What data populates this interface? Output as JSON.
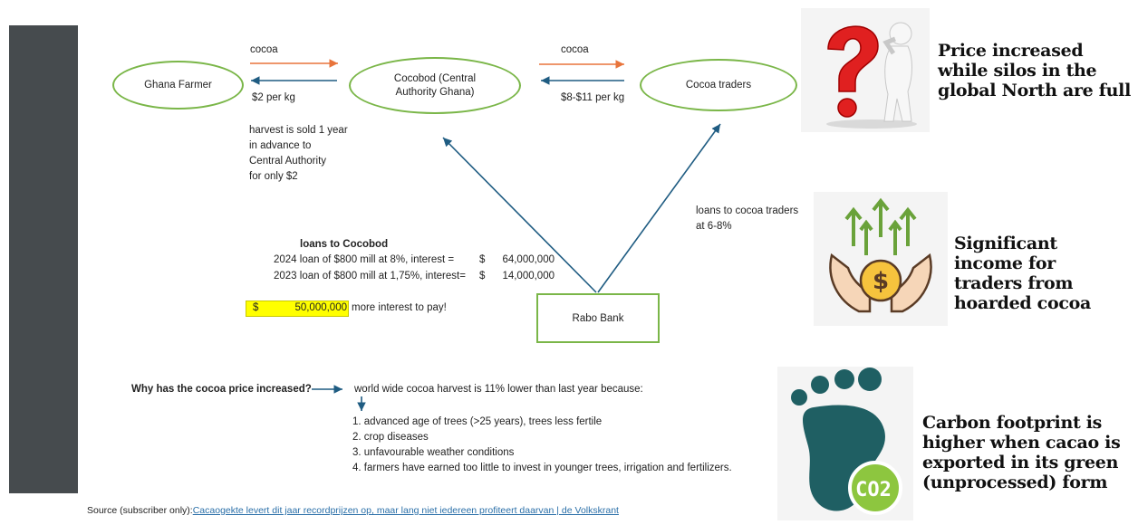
{
  "nodes": {
    "farmer": "Ghana Farmer",
    "cocobod": "Cocobod (Central Authority Ghana)",
    "traders": "Cocoa traders",
    "bank": "Rabo Bank"
  },
  "flows": {
    "cocoa_left": "cocoa",
    "price_left": "$2 per kg",
    "cocoa_right": "cocoa",
    "price_right": "$8-$11 per kg"
  },
  "harvest_note": [
    "harvest is sold 1 year",
    "in advance to",
    "Central Authority",
    "for only $2"
  ],
  "trader_loans": [
    "loans to cocoa traders",
    "at 6-8%"
  ],
  "loans": {
    "heading": "loans to Cocobod",
    "rows": [
      {
        "label": "2024 loan of $800 mill at 8%, interest =",
        "currency": "$",
        "amount": "64,000,000"
      },
      {
        "label": "2023 loan of $800 mill at 1,75%, interest=",
        "currency": "$",
        "amount": "14,000,000"
      }
    ],
    "difference_currency": "$",
    "difference_amount": "50,000,000",
    "difference_text": "more interest to pay!"
  },
  "why": {
    "question": "Why has the cocoa price increased?",
    "answer": "world wide cocoa harvest is 11% lower than last year because:",
    "reasons": [
      "1. advanced age of trees (>25 years), trees less fertile",
      "2. crop diseases",
      "3. unfavourable weather conditions",
      "4. farmers have earned too little to invest in younger trees, irrigation and fertilizers."
    ]
  },
  "source": {
    "prefix": "Source (subscriber only):",
    "link": "Cacaogekte levert dit jaar recordprijzen op, maar lang niet iedereen profiteert daarvan | de Volkskrant"
  },
  "callouts": {
    "price": [
      "Price increased",
      "while silos in the",
      "global North are full"
    ],
    "income": [
      "Significant",
      "income for",
      "traders from",
      "hoarded cocoa"
    ],
    "carbon": [
      "Carbon footprint is",
      "higher when cacao is",
      "exported in its green",
      "(unprocessed) form"
    ],
    "co2_label": "CO2"
  },
  "colors": {
    "sidebar": "#464b4e",
    "node_border": "#7ab648",
    "arrow_orange": "#e8743b",
    "arrow_blue": "#1f5c82",
    "highlight": "#ffff00",
    "footprint": "#1f5f63",
    "co2_circle": "#8dc63f"
  },
  "icons": [
    "question-mark-figure-icon",
    "hands-coin-growth-icon",
    "co2-footprint-icon"
  ]
}
